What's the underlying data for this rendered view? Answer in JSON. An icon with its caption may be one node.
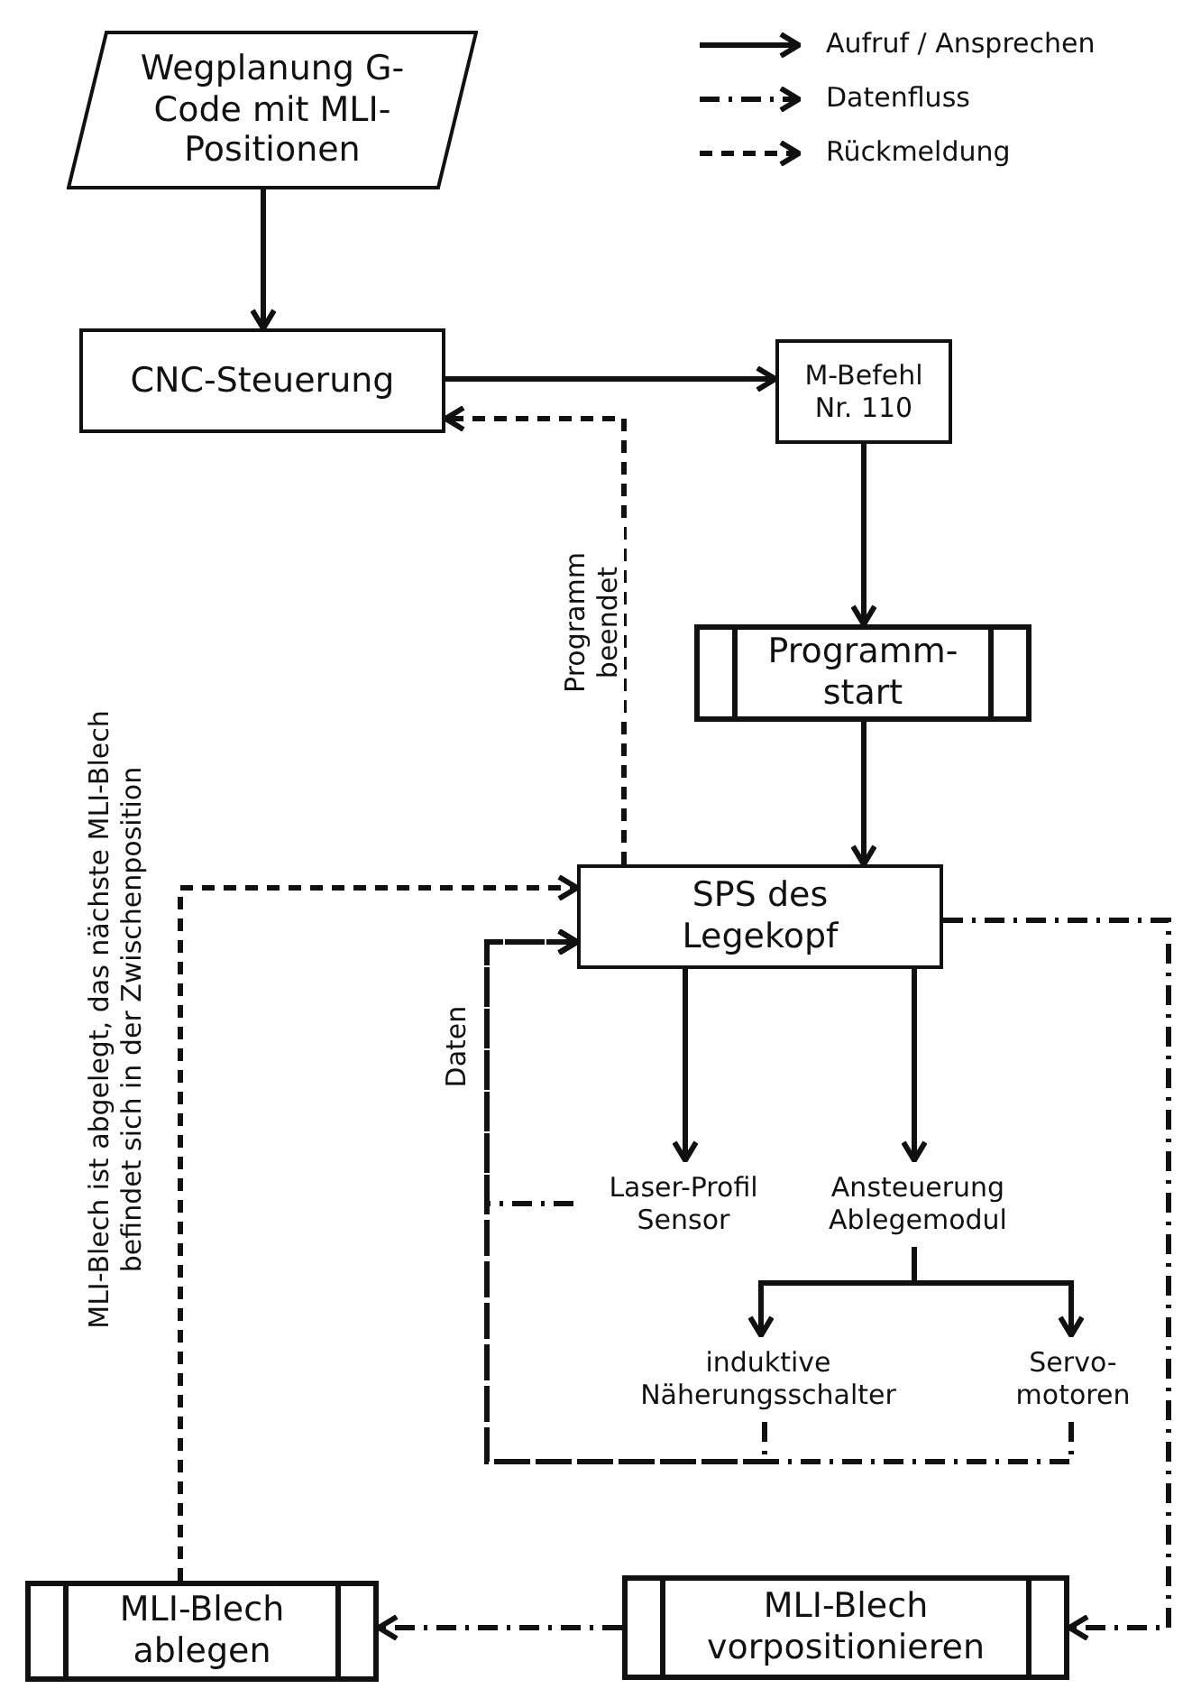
{
  "diagram": {
    "nodes": [
      {
        "text": [
          "Wegplanung G-Code mit MLI-Positionen"
        ]
      },
      {
        "text": [
          "CNC-Steuerung"
        ]
      },
      {
        "text": [
          "M-Befehl Nr. 110"
        ]
      },
      {
        "text": [
          "Programm-start"
        ]
      },
      {
        "text": [
          "SPS des Legekopf"
        ]
      },
      {
        "text": [
          "Laser-Profil Sensor"
        ]
      },
      {
        "text": [
          "Ansteuerung Ablegemodul"
        ]
      },
      {
        "text": [
          "induktive Näherungsschalter"
        ]
      },
      {
        "text": [
          "Servo-motoren"
        ]
      },
      {
        "text": [
          "MLI-Blech ablegen"
        ]
      },
      {
        "text": [
          "MLI-Blech vorpositionieren"
        ]
      }
    ],
    "edges": [
      {
        "from": 0,
        "to": 1,
        "arrow": "to"
      },
      {
        "from": 1,
        "to": 2,
        "arrow": "to"
      },
      {
        "from": 2,
        "to": 3,
        "arrow": "to"
      },
      {
        "from": 3,
        "to": 4,
        "arrow": "to"
      },
      {
        "from": 4,
        "to": 1,
        "arrow": "to",
        "style": "dashed",
        "label": "Programm beendet"
      },
      {
        "from": 4,
        "to": 5,
        "arrow": "to"
      },
      {
        "from": 4,
        "to": 6,
        "arrow": "to"
      },
      {
        "from": 6,
        "to": 7,
        "arrow": "to"
      },
      {
        "from": 6,
        "to": 8,
        "arrow": "to"
      },
      {
        "from": 5,
        "to": 4,
        "arrow": "to",
        "style": "dashed",
        "label": "Daten"
      },
      {
        "from": 7,
        "to": 4,
        "arrow": "to",
        "style": "dashed"
      },
      {
        "from": 8,
        "to": 4,
        "arrow": "to",
        "style": "dashed"
      },
      {
        "from": 9,
        "to": 4,
        "arrow": "to",
        "style": "dashed",
        "label": "MLI-Blech ist abgelegt, das nächste MLI-Blech befindet sich in der Zwischenposition"
      },
      {
        "from": 4,
        "to": 10,
        "arrow": "to",
        "style": "dashed"
      },
      {
        "from": 10,
        "to": 9,
        "arrow": "to",
        "style": "dashed"
      }
    ],
    "legend": [
      {
        "text": "Aufruf / Ansprechen"
      },
      {
        "text": "Datenfluss"
      },
      {
        "text": "Rückmeldung"
      }
    ]
  }
}
